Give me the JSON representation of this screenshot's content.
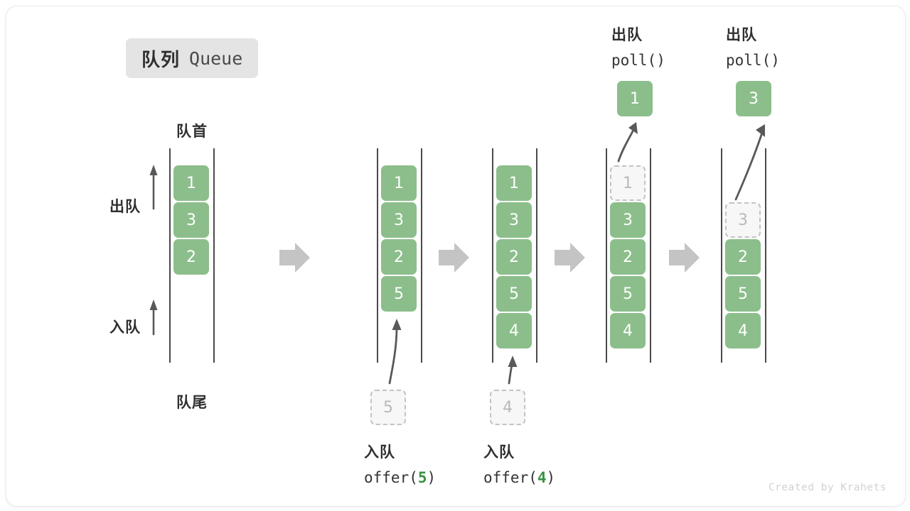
{
  "figure": {
    "title_cn": "队列",
    "title_en": "Queue",
    "watermark": "Created by Krahets",
    "accent_green": "#8bbe8b",
    "ghost_gray": "#f7f7f7",
    "ghost_border": "#c3c3c3",
    "rail_color": "#4a4a4a",
    "step_arrow_color": "#c4c4c4",
    "thin_arrow_color": "#595959",
    "code_number_color": "#3a9142"
  },
  "annotations": {
    "head_label": "队首",
    "tail_label": "队尾",
    "dequeue_side_label": "出队",
    "enqueue_side_label": "入队"
  },
  "columns": [
    {
      "id": "initial",
      "cells": [
        {
          "value": "1",
          "state": "filled"
        },
        {
          "value": "3",
          "state": "filled"
        },
        {
          "value": "2",
          "state": "filled"
        }
      ],
      "operation": null,
      "popped": null,
      "incoming": null
    },
    {
      "id": "after-offer-5",
      "cells": [
        {
          "value": "1",
          "state": "filled"
        },
        {
          "value": "3",
          "state": "filled"
        },
        {
          "value": "2",
          "state": "filled"
        },
        {
          "value": "5",
          "state": "filled"
        }
      ],
      "operation": {
        "cn": "入队",
        "code_prefix": "offer(",
        "code_number": "5",
        "code_suffix": ")"
      },
      "popped": null,
      "incoming": {
        "value": "5",
        "state": "ghost"
      }
    },
    {
      "id": "after-offer-4",
      "cells": [
        {
          "value": "1",
          "state": "filled"
        },
        {
          "value": "3",
          "state": "filled"
        },
        {
          "value": "2",
          "state": "filled"
        },
        {
          "value": "5",
          "state": "filled"
        },
        {
          "value": "4",
          "state": "filled"
        }
      ],
      "operation": {
        "cn": "入队",
        "code_prefix": "offer(",
        "code_number": "4",
        "code_suffix": ")"
      },
      "popped": null,
      "incoming": {
        "value": "4",
        "state": "ghost"
      }
    },
    {
      "id": "after-poll-1",
      "cells": [
        {
          "value": "1",
          "state": "ghost"
        },
        {
          "value": "3",
          "state": "filled"
        },
        {
          "value": "2",
          "state": "filled"
        },
        {
          "value": "5",
          "state": "filled"
        },
        {
          "value": "4",
          "state": "filled"
        }
      ],
      "operation": {
        "cn": "出队",
        "code_prefix": "poll(",
        "code_number": "",
        "code_suffix": ")"
      },
      "popped": {
        "value": "1",
        "state": "filled"
      },
      "incoming": null
    },
    {
      "id": "after-poll-3",
      "cells": [
        {
          "value": "",
          "state": "empty"
        },
        {
          "value": "3",
          "state": "ghost"
        },
        {
          "value": "2",
          "state": "filled"
        },
        {
          "value": "5",
          "state": "filled"
        },
        {
          "value": "4",
          "state": "filled"
        }
      ],
      "operation": {
        "cn": "出队",
        "code_prefix": "poll(",
        "code_number": "",
        "code_suffix": ")"
      },
      "popped": {
        "value": "3",
        "state": "filled"
      },
      "incoming": null
    }
  ],
  "step_arrows": [
    {
      "from": "initial",
      "to": "after-offer-5"
    },
    {
      "from": "after-offer-5",
      "to": "after-offer-4"
    },
    {
      "from": "after-offer-4",
      "to": "after-poll-1"
    },
    {
      "from": "after-poll-1",
      "to": "after-poll-3"
    }
  ]
}
